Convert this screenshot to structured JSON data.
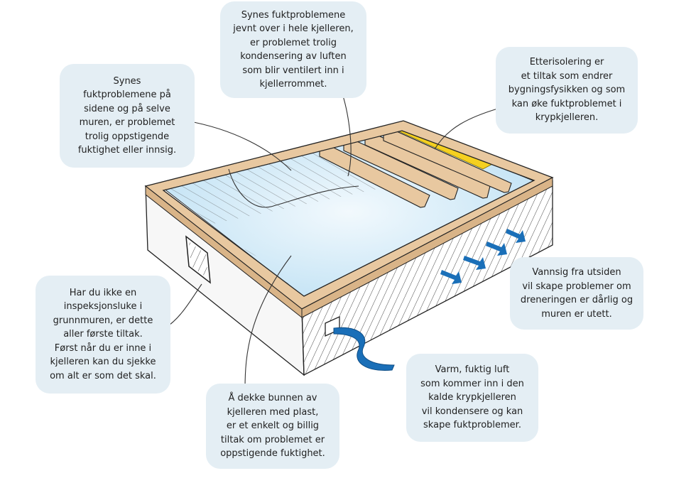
{
  "callouts": {
    "top": "Synes fuktproblemene\njevnt over i hele kjelleren,\ner problemet trolig\nkondensering av luften\nsom blir ventilert inn i\nkjellerrommet.",
    "left": "Synes\nfuktproblemene på\nsidene og på selve\nmuren, er problemet\ntrolig oppstigende\nfuktighet eller innsig.",
    "right": "Etterisolering er\net tiltak som endrer\nbygningsfysikken og som\nkan øke fuktproblemet i\nkrypkjelleren.",
    "mid_right": "Vannsig fra utsiden\nvil skape problemer om\ndreneringen er dårlig og\nmuren er utett.",
    "bottom_left": "Har du ikke en\ninspeksjonsluke i\ngrunnmuren, er dette\naller første tiltak.\nFørst når du er inne i\nkjelleren kan du sjekke\nom alt er som det skal.",
    "bottom_mid": "Å dekke bunnen av\nkjelleren med plast,\ner et enkelt og billig\ntiltak om problemet er\noppstigende fuktighet.",
    "bottom_right": "Varm, fuktig luft\nsom kommer inn i den\nkalde krypkjelleren\nvil kondensere og kan\nskape fuktproblemer."
  },
  "colors": {
    "wood": "#e8c8a0",
    "insulation": "#f5d020",
    "floor": "#cfe8f6",
    "arrow": "#1a6fb8",
    "callout_bg": "#e4eef4",
    "ink": "#222222"
  }
}
